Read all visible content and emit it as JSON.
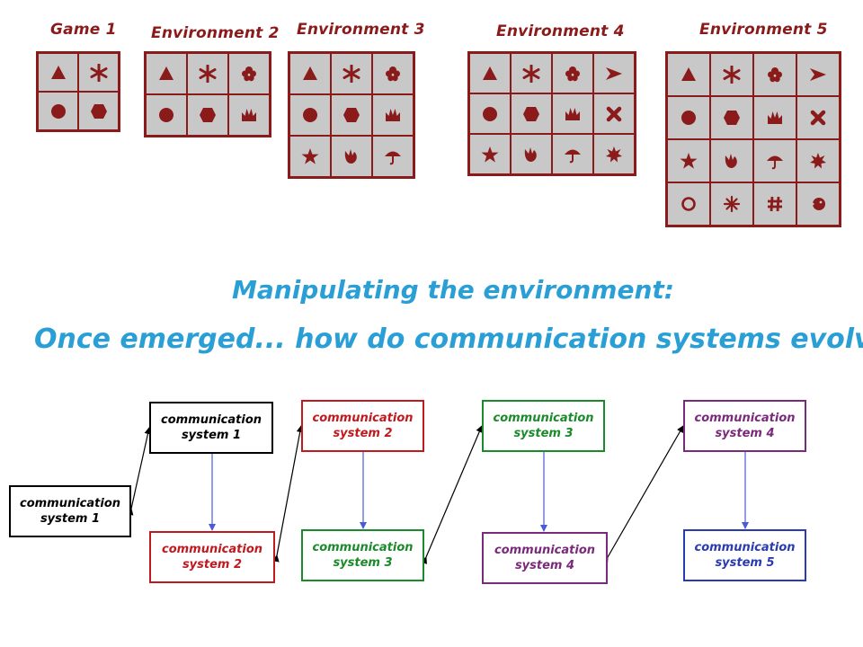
{
  "colors": {
    "shape": "#8b1a1a",
    "cell": "#c8c8c8",
    "headline": "#2a9fd6",
    "black": "#000000",
    "red": "#c0191e",
    "green": "#1a8a2a",
    "purple": "#7a2a7a",
    "blue": "#2a3ab0",
    "blue_arrow": "#4a5ad8"
  },
  "environments": [
    {
      "id": "env1",
      "title": "Game 1"
    },
    {
      "id": "env2",
      "title": "Environment 2"
    },
    {
      "id": "env3",
      "title": "Environment 3"
    },
    {
      "id": "env4",
      "title": "Environment 4"
    },
    {
      "id": "env5",
      "title": "Environment 5"
    }
  ],
  "headline": {
    "line1": "Manipulating the environment:",
    "line2": "Once emerged... how do communication systems evolve?"
  },
  "boxes": {
    "b0": "communication\nsystem 1",
    "t1": "communication\nsystem 1",
    "t2": "communication\nsystem 2",
    "t3": "communication\nsystem 3",
    "t4": "communication\nsystem 4",
    "u1": "communication\nsystem 2",
    "u2": "communication\nsystem 3",
    "u3": "communication\nsystem 4",
    "u4": "communication\nsystem 5"
  }
}
